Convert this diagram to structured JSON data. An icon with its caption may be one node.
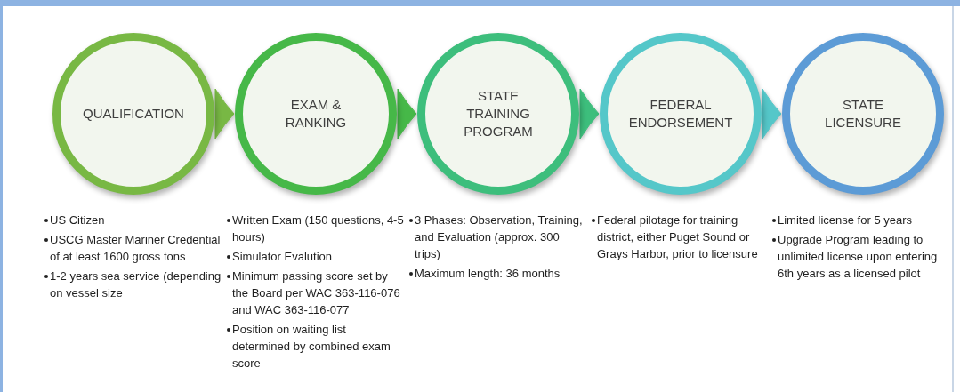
{
  "diagram": {
    "nodes": [
      {
        "text": [
          "QUALIFICATION"
        ],
        "beside": [
          "US Citizen",
          "USCG Master Mariner Credential of at least 1600 gross tons",
          "1-2 years sea service (depending on vessel size"
        ]
      },
      {
        "text": [
          "EXAM & RANKING"
        ],
        "beside": [
          "Written Exam (150 questions, 4-5 hours)",
          "Simulator Evalution",
          "Minimum passing score set by the Board per WAC 363-116-076 and WAC 363-116-077",
          "Position on waiting list determined by combined exam score"
        ]
      },
      {
        "text": [
          "STATE TRAINING PROGRAM"
        ],
        "beside": [
          "3 Phases: Observation, Training, and Evaluation (approx. 300 trips)",
          "Maximum length: 36 months"
        ]
      },
      {
        "text": [
          "FEDERAL ENDORSEMENT"
        ],
        "beside": [
          "Federal pilotage for training district, either Puget Sound or Grays Harbor, prior to licensure"
        ]
      },
      {
        "text": [
          "STATE LICENSURE"
        ],
        "beside": [
          "Limited license for 5 years",
          "Upgrade Program leading to unlimited license upon entering 6th years as a licensed pilot"
        ]
      }
    ],
    "edges": [
      {
        "from": 0,
        "to": 1,
        "arrow": "to"
      },
      {
        "from": 1,
        "to": 2,
        "arrow": "to"
      },
      {
        "from": 2,
        "to": 3,
        "arrow": "to"
      },
      {
        "from": 3,
        "to": 4,
        "arrow": "to"
      }
    ]
  }
}
